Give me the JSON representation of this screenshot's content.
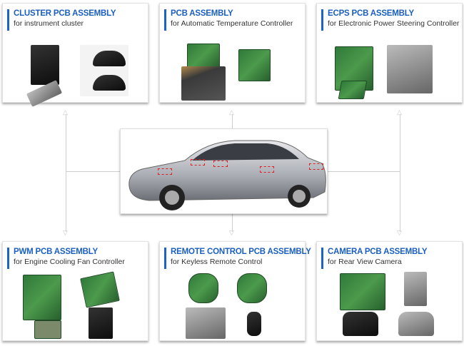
{
  "panels": [
    {
      "title": "CLUSTER PCB ASSEMBLY",
      "subtitle": "for instrument cluster"
    },
    {
      "title": "PCB ASSEMBLY",
      "subtitle": "for Automatic Temperature Controller"
    },
    {
      "title": "ECPS PCB ASSEMBLY",
      "subtitle": "for Electronic Power Steering Controller"
    },
    {
      "title": "PWM PCB ASSEMBLY",
      "subtitle": "for Engine Cooling  Fan Controller"
    },
    {
      "title": "REMOTE CONTROL PCB ASSEMBLY",
      "subtitle": "for Keyless Remote Control"
    },
    {
      "title": "CAMERA PCB ASSEMBLY",
      "subtitle": "for Rear View Camera"
    }
  ],
  "colors": {
    "accent": "#1a5fc0",
    "marker": "#e02020"
  }
}
